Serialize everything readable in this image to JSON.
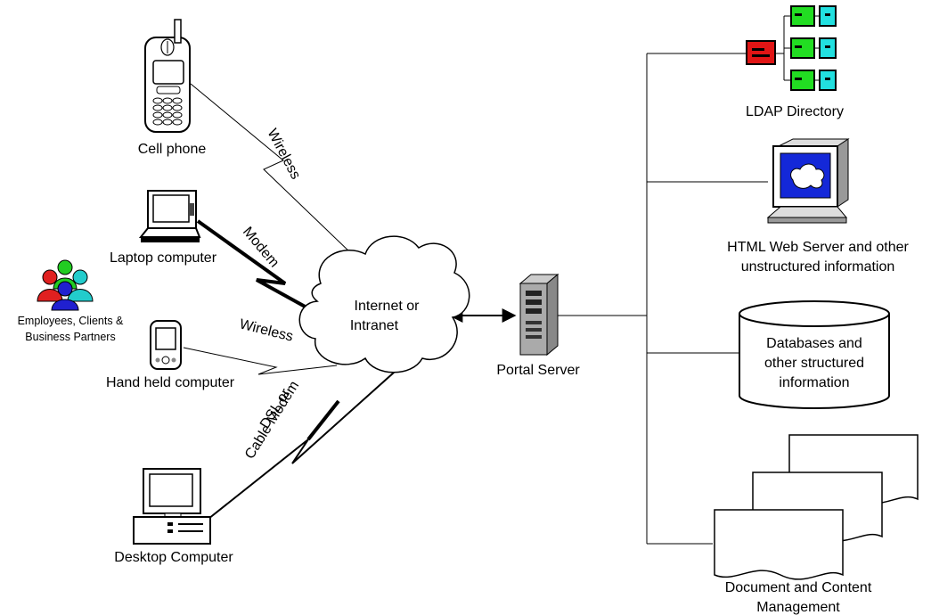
{
  "devices": {
    "cell_phone": "Cell phone",
    "laptop": "Laptop computer",
    "handheld": "Hand held computer",
    "desktop": "Desktop Computer",
    "people": [
      "Employees, Clients &",
      "Business Partners"
    ]
  },
  "links": {
    "cell": "Wireless",
    "laptop": "Modem",
    "handheld": "Wireless",
    "desktop": [
      "DSL or",
      "Cable Modem"
    ]
  },
  "network": [
    "Internet or",
    "Intranet"
  ],
  "portal": "Portal Server",
  "resources": {
    "ldap": "LDAP Directory",
    "web": [
      "HTML Web Server and other",
      "unstructured information"
    ],
    "db": [
      "Databases and",
      "other structured",
      "information"
    ],
    "docs": [
      "Document and Content",
      "Management"
    ]
  },
  "colors": {
    "ldap_root": "#e01515",
    "ldap_node": "#22dd22",
    "ldap_leaf": "#22e0e0",
    "monitor_screen": "#1428d8",
    "person_green": "#22cc22",
    "person_red": "#e02020",
    "person_cyan": "#22cccc",
    "person_blue": "#2020d0"
  }
}
